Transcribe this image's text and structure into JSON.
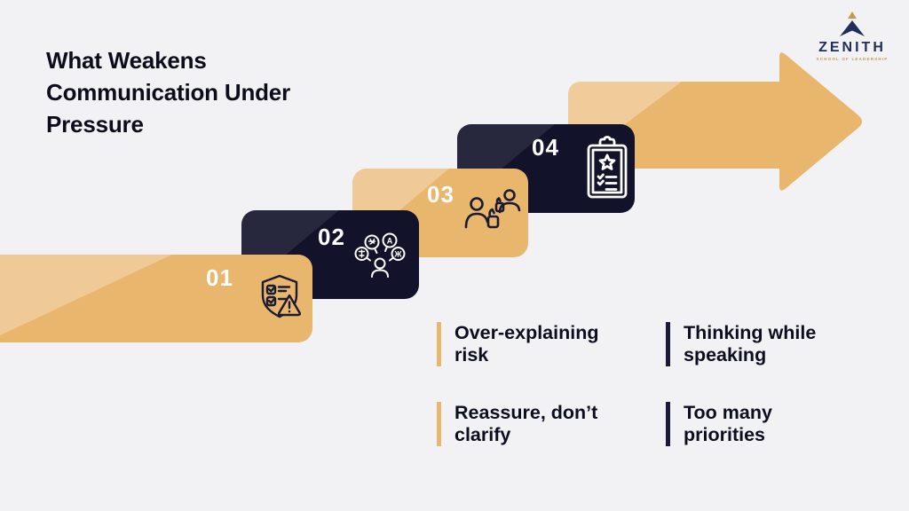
{
  "page": {
    "title": "What Weakens Communication Under Pressure"
  },
  "logo": {
    "name": "ZENITH",
    "tagline": "SCHOOL OF LEADERSHIP"
  },
  "steps": [
    {
      "number": "01",
      "icon": "shield-risk-checklist-icon",
      "theme": "gold"
    },
    {
      "number": "02",
      "icon": "language-translation-icon",
      "theme": "navy"
    },
    {
      "number": "03",
      "icon": "people-thumbs-up-icon",
      "theme": "gold"
    },
    {
      "number": "04",
      "icon": "clipboard-star-checklist-icon",
      "theme": "navy"
    }
  ],
  "points": [
    {
      "text": "Over-explaining risk",
      "accent": "gold"
    },
    {
      "text": "Thinking while speaking",
      "accent": "navy"
    },
    {
      "text": "Reassure, don’t clarify",
      "accent": "gold"
    },
    {
      "text": "Too many priorities",
      "accent": "navy"
    }
  ],
  "colors": {
    "background": "#f2f2f4",
    "gold": "#e9b66e",
    "navy": "#12122b",
    "text": "#0d0d20",
    "logo_navy": "#232d5b",
    "logo_gold": "#c79a4b"
  }
}
